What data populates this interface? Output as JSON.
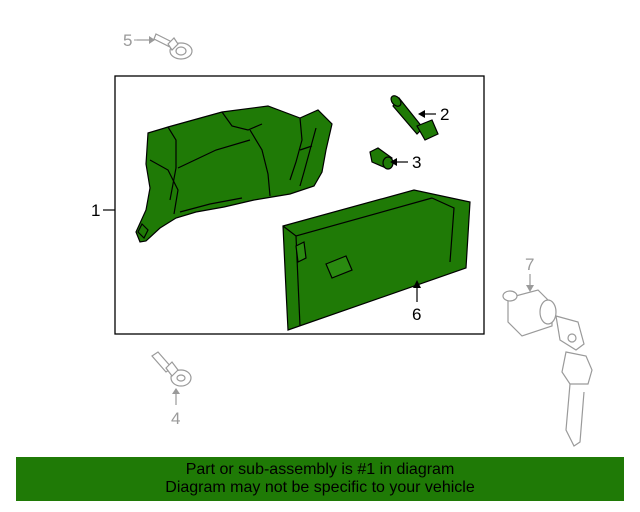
{
  "callouts": {
    "c1": "1",
    "c2": "2",
    "c3": "3",
    "c4": "4",
    "c5": "5",
    "c6": "6",
    "c7": "7"
  },
  "banner": {
    "line1": "Part or sub-assembly is #1 in diagram",
    "line2": "Diagram may not be specific to your vehicle"
  },
  "colors": {
    "part_green": "#1f7a06",
    "banner_green": "#1f7a06",
    "gray_part": "#9a9a9a"
  }
}
